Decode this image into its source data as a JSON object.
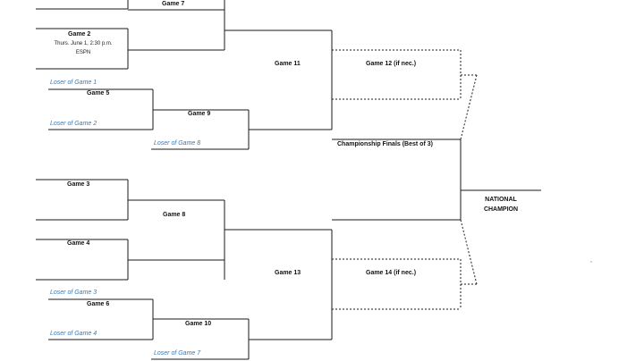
{
  "games": {
    "game2": {
      "label": "Game 2",
      "date": "Thurs. June 1, 2:30 p.m.",
      "network": "ESPN"
    },
    "game3": {
      "label": "Game 3"
    },
    "game4": {
      "label": "Game 4"
    },
    "game5": {
      "label": "Game 5"
    },
    "game6": {
      "label": "Game 6"
    },
    "game7": {
      "label": "Game 7"
    },
    "game8": {
      "label": "Game 8"
    },
    "game9": {
      "label": "Game 9"
    },
    "game10": {
      "label": "Game 10"
    },
    "game11": {
      "label": "Game 11"
    },
    "game12": {
      "label": "Game 12 (if nec.)"
    },
    "game13": {
      "label": "Game 13"
    },
    "game14": {
      "label": "Game 14 (if nec.)"
    }
  },
  "losers": {
    "loser_game1": "Loser of Game 1",
    "loser_game2": "Loser of Game 2",
    "loser_game8": "Loser of Game 8",
    "loser_game3": "Loser of Game 3",
    "loser_game4": "Loser of Game 4",
    "loser_game7": "Loser of Game 7"
  },
  "finals": {
    "label": "Championship Finals (Best of 3)"
  },
  "champion": {
    "line1": "NATIONAL",
    "line2": "CHAMPION"
  },
  "colors": {
    "line": "#1a1a1a",
    "loser_text": "#3a78b4"
  }
}
